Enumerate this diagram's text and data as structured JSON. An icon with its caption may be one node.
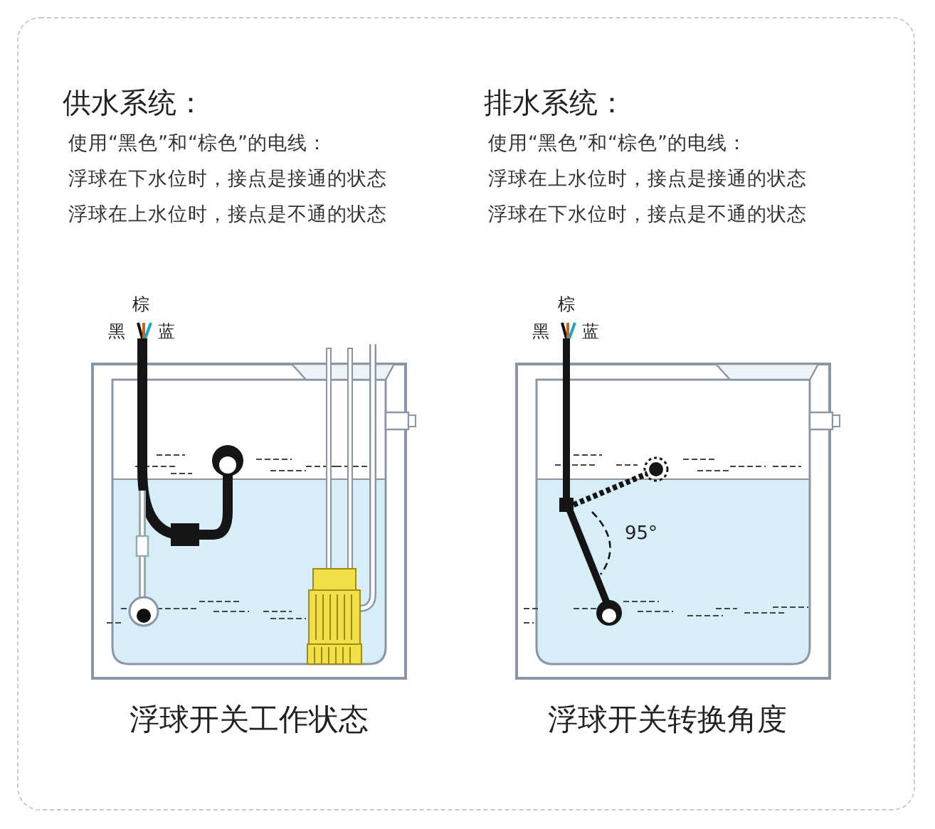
{
  "diagram": {
    "labels": [
      "供水系统：",
      "使用“黑色”和“棕色”的电线：",
      "浮球在下水位时，接点是接通的状态",
      "浮球在上水位时，接点是不通的状态",
      "排水系统：",
      "使用“黑色”和“棕色”的电线：",
      "浮球在上水位时，接点是接通的状态",
      "浮球在下水位时，接点是不通的状态",
      "棕",
      "黑",
      "蓝",
      "棕",
      "黑",
      "蓝",
      "95°",
      "浮球开关工作状态",
      "浮球开关转换角度"
    ]
  }
}
